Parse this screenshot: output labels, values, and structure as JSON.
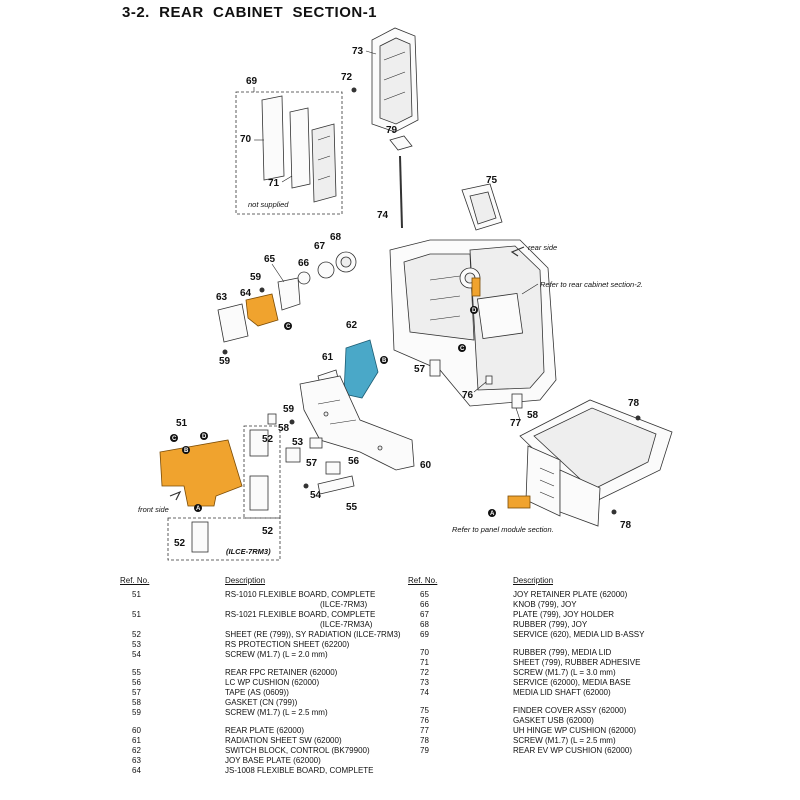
{
  "page": {
    "title": "3-2.  REAR  CABINET  SECTION-1"
  },
  "diagram": {
    "callouts": {
      "c51": "51",
      "c52a": "52",
      "c52b": "52",
      "c52c": "52",
      "c53": "53",
      "c54": "54",
      "c55": "55",
      "c56": "56",
      "c57a": "57",
      "c57b": "57",
      "c58": "58",
      "c59a": "59",
      "c59b": "59",
      "c59c": "59",
      "c60": "60",
      "c61": "61",
      "c62": "62",
      "c63": "63",
      "c64": "64",
      "c65": "65",
      "c66": "66",
      "c67": "67",
      "c68": "68",
      "c69": "69",
      "c70": "70",
      "c71": "71",
      "c72": "72",
      "c73": "73",
      "c74": "74",
      "c75": "75",
      "c76": "76",
      "c77": "77",
      "c78a": "78",
      "c78b": "78",
      "c79": "79"
    },
    "notes": {
      "not_supplied": "not supplied",
      "rear_side": "rear side",
      "refer_rear": "Refer to rear cabinet section-2.",
      "front_side": "front side",
      "refer_panel": "Refer to panel module section.",
      "model_box": "(ILCE-7RM3)"
    },
    "markers": {
      "a": "A",
      "b": "B",
      "c": "C",
      "d": "D"
    }
  },
  "parts_table": {
    "ref_header": "Ref. No.",
    "desc_header": "Description",
    "left": [
      {
        "ref": "51",
        "desc": "RS-1010 FLEXIBLE BOARD, COMPLETE",
        "cont": "(ILCE-7RM3)"
      },
      {
        "ref": "51",
        "desc": "RS-1021 FLEXIBLE BOARD, COMPLETE",
        "cont": "(ILCE-7RM3A)"
      },
      {
        "ref": "52",
        "desc": "SHEET (RE (799)), SY RADIATION (ILCE-7RM3)"
      },
      {
        "ref": "53",
        "desc": "RS PROTECTION SHEET (62200)"
      },
      {
        "ref": "54",
        "desc": "SCREW (M1.7) (L = 2.0 mm)"
      },
      {
        "ref": "55",
        "desc": "REAR FPC RETAINER (62000)",
        "gap": true
      },
      {
        "ref": "56",
        "desc": "LC WP CUSHION (62000)"
      },
      {
        "ref": "57",
        "desc": "TAPE (AS (0609))"
      },
      {
        "ref": "58",
        "desc": "GASKET (CN (799))"
      },
      {
        "ref": "59",
        "desc": "SCREW (M1.7) (L = 2.5 mm)"
      },
      {
        "ref": "60",
        "desc": "REAR PLATE (62000)",
        "gap": true
      },
      {
        "ref": "61",
        "desc": "RADIATION SHEET SW (62000)"
      },
      {
        "ref": "62",
        "desc": "SWITCH BLOCK, CONTROL (BK79900)"
      },
      {
        "ref": "63",
        "desc": "JOY BASE PLATE (62000)"
      },
      {
        "ref": "64",
        "desc": "JS-1008 FLEXIBLE BOARD, COMPLETE"
      }
    ],
    "right": [
      {
        "ref": "65",
        "desc": "JOY RETAINER PLATE (62000)"
      },
      {
        "ref": "66",
        "desc": "KNOB (799), JOY"
      },
      {
        "ref": "67",
        "desc": "PLATE (799), JOY HOLDER"
      },
      {
        "ref": "68",
        "desc": "RUBBER (799), JOY"
      },
      {
        "ref": "69",
        "desc": "SERVICE (620), MEDIA LID B-ASSY"
      },
      {
        "ref": "70",
        "desc": "RUBBER (799), MEDIA LID",
        "gap": true
      },
      {
        "ref": "71",
        "desc": "SHEET (799), RUBBER ADHESIVE"
      },
      {
        "ref": "72",
        "desc": "SCREW (M1.7) (L = 3.0 mm)"
      },
      {
        "ref": "73",
        "desc": "SERVICE (62000), MEDIA BASE"
      },
      {
        "ref": "74",
        "desc": "MEDIA LID SHAFT (62000)"
      },
      {
        "ref": "75",
        "desc": "FINDER COVER ASSY (62000)",
        "gap": true
      },
      {
        "ref": "76",
        "desc": "GASKET USB (62000)"
      },
      {
        "ref": "77",
        "desc": "UH HINGE WP CUSHION (62000)"
      },
      {
        "ref": "78",
        "desc": "SCREW (M1.7) (L = 2.5 mm)"
      },
      {
        "ref": "79",
        "desc": "REAR EV WP CUSHION (62000)"
      }
    ]
  }
}
